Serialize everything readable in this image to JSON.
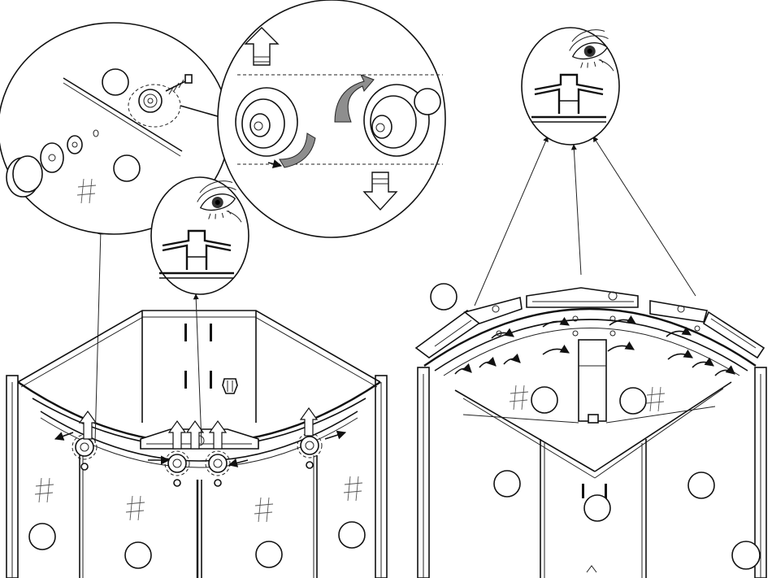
{
  "diagram": {
    "views": [
      {
        "id": "left-assembly"
      },
      {
        "id": "right-assembly"
      }
    ],
    "callouts": [
      {
        "id": "roller-exploded"
      },
      {
        "id": "roller-rotate"
      },
      {
        "id": "profile-detail-left"
      },
      {
        "id": "profile-detail-right"
      }
    ],
    "markers": [
      "",
      "",
      "",
      "",
      "",
      "",
      "",
      "",
      "",
      "",
      "",
      "",
      "",
      "",
      "",
      "",
      ""
    ]
  }
}
